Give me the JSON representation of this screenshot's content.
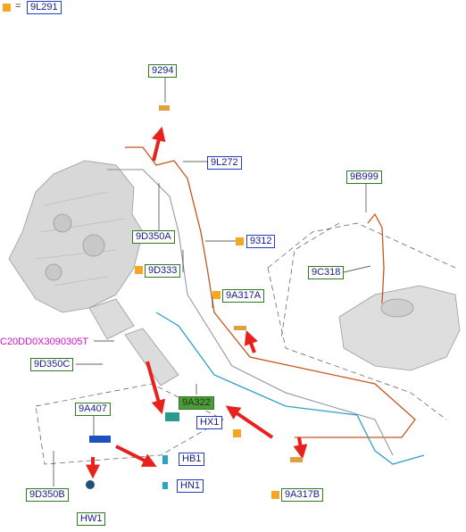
{
  "legend": {
    "equals": "=",
    "code": "9L291",
    "color": "#f5a623"
  },
  "labels": {
    "l9294": "9294",
    "l9L272": "9L272",
    "l9D350A": "9D350A",
    "l9312": "9312",
    "l9D333": "9D333",
    "l9B999": "9B999",
    "l9C318": "9C318",
    "l9A317A": "9A317A",
    "lC20": "C20DD0X3090305T",
    "l9D350C": "9D350C",
    "l9A322": "9A322",
    "lHX1": "HX1",
    "l9A407": "9A407",
    "lHB1": "HB1",
    "lHN1": "HN1",
    "l9A317B": "9A317B",
    "l9D350B": "9D350B",
    "lHW1": "HW1"
  },
  "colors": {
    "green_frame": "#2d7a1f",
    "blue_frame": "#2040c0",
    "highlight": "#4f9a3c",
    "callout_text": "#d010c8",
    "arrow": "#e8211c",
    "fuel_line": "#c4571a",
    "vapor_line": "#2aa3c4",
    "marker": "#f5a623"
  }
}
